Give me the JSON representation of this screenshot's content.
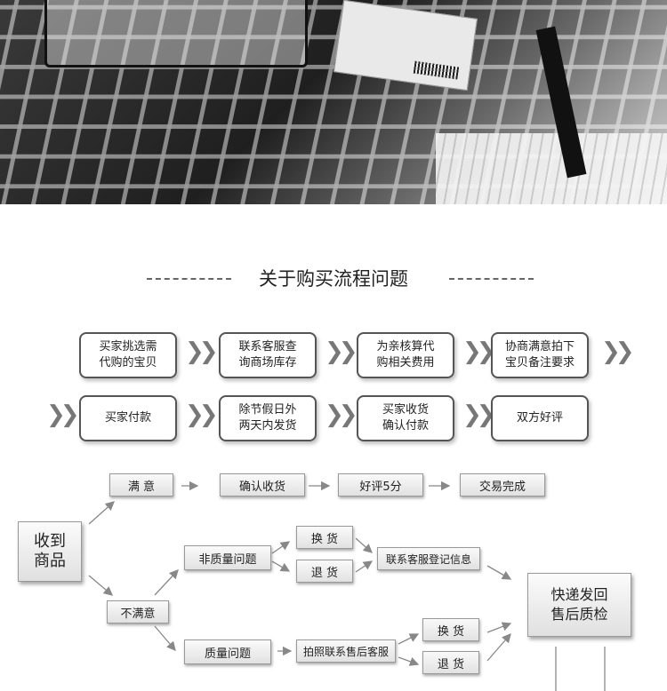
{
  "title": "关于购买流程问题",
  "process_steps": [
    "买家挑选需\n代购的宝贝",
    "联系客服查\n询商场库存",
    "为亲核算代\n购相关费用",
    "协商满意拍下\n宝贝备注要求",
    "买家付款",
    "除节假日外\n两天内发货",
    "买家收货\n确认付款",
    "双方好评"
  ],
  "flow": {
    "received": "收到\n商品",
    "satisfied": "满 意",
    "confirm_receipt": "确认收货",
    "five_star": "好评5分",
    "deal_done": "交易完成",
    "not_satisfied": "不满意",
    "non_quality_issue": "非质量问题",
    "exchange_1": "换 货",
    "return_1": "退 货",
    "contact_cs_register": "联系客服登记信息",
    "quality_issue": "质量问题",
    "photo_contact_aftersales": "拍照联系售后客服",
    "exchange_2": "换 货",
    "return_2": "退 货",
    "express_return_qc": "快递发回\n售后质检"
  },
  "icons": [
    "double-chevron-right-icon"
  ],
  "colors": {
    "box_border": "#555555",
    "arrow": "#888888",
    "text": "#222222"
  }
}
